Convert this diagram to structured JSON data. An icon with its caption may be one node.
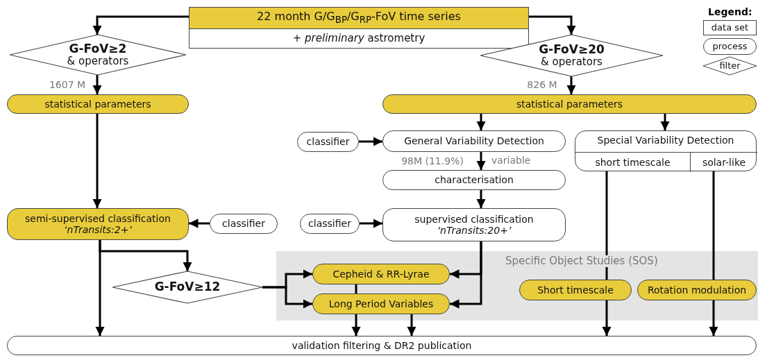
{
  "diagram": {
    "nodes": [
      {
        "text": [
          "22 month G/G$_{BP}$/G$_{RP}$-FoV time series",
          "+ *preliminary* astrometry"
        ]
      },
      {
        "text": [
          "G-FoV≥2",
          "& operators"
        ]
      },
      {
        "text": [
          "G-FoV≥20",
          "& operators"
        ]
      },
      {
        "text": [
          "statistical parameters"
        ]
      },
      {
        "text": [
          "statistical parameters"
        ]
      },
      {
        "text": [
          "classifier"
        ]
      },
      {
        "text": [
          "General Variability Detection"
        ]
      },
      {
        "text": [
          "Special Variability Detection"
        ]
      },
      {
        "text": [
          "short timescale"
        ],
        "in": 7
      },
      {
        "text": [
          "solar-like"
        ],
        "in": 7
      },
      {
        "text": [
          "characterisation"
        ]
      },
      {
        "text": [
          "classifier"
        ]
      },
      {
        "text": [
          "supervised classification",
          "‘nTransits:20+’"
        ]
      },
      {
        "text": [
          "semi-supervised classification",
          "‘nTransits:2+’"
        ]
      },
      {
        "text": [
          "classifier"
        ]
      },
      {
        "text": [
          "Specific Object Studies (SOS)"
        ]
      },
      {
        "text": [
          "Cepheid & RR-Lyrae"
        ],
        "in": 15
      },
      {
        "text": [
          "Long Period Variables"
        ],
        "in": 15
      },
      {
        "text": [
          "Short timescale"
        ],
        "in": 15
      },
      {
        "text": [
          "Rotation modulation"
        ],
        "in": 15
      },
      {
        "text": [
          "G-FoV≥12"
        ]
      },
      {
        "text": [
          "validation filtering & DR2 publication"
        ]
      }
    ],
    "edges": [
      {
        "from": 0,
        "to": 1,
        "arrow": "to"
      },
      {
        "from": 0,
        "to": 2,
        "arrow": "to"
      },
      {
        "from": 1,
        "to": 3,
        "arrow": "to",
        "label": "1607 M"
      },
      {
        "from": 2,
        "to": 4,
        "arrow": "to",
        "label": "826 M"
      },
      {
        "from": 4,
        "to": 6,
        "arrow": "to"
      },
      {
        "from": 4,
        "to": 7,
        "arrow": "to"
      },
      {
        "from": 5,
        "to": 6,
        "arrow": "to"
      },
      {
        "from": 6,
        "to": 10,
        "arrow": "to",
        "label": "98M (11.9%)"
      },
      {
        "from": 10,
        "to": 12,
        "arrow": "to"
      },
      {
        "from": 11,
        "to": 12,
        "arrow": "to"
      },
      {
        "from": 3,
        "to": 13,
        "arrow": "to"
      },
      {
        "from": 14,
        "to": 13,
        "arrow": "to"
      },
      {
        "from": 13,
        "to": 20,
        "arrow": "to"
      },
      {
        "from": 13,
        "to": 21,
        "arrow": "to"
      },
      {
        "from": 20,
        "to": 16,
        "arrow": "to"
      },
      {
        "from": 20,
        "to": 17,
        "arrow": "to"
      },
      {
        "from": 12,
        "to": 16,
        "arrow": "to"
      },
      {
        "from": 12,
        "to": 17,
        "arrow": "to"
      },
      {
        "from": 16,
        "to": 17,
        "arrow": "none"
      },
      {
        "from": 17,
        "to": 21,
        "arrow": "to"
      },
      {
        "from": 17,
        "to": 21,
        "arrow": "to"
      },
      {
        "from": 8,
        "to": 18,
        "arrow": "none"
      },
      {
        "from": 18,
        "to": 21,
        "arrow": "to"
      },
      {
        "from": 9,
        "to": 19,
        "arrow": "none"
      },
      {
        "from": 19,
        "to": 21,
        "arrow": "to"
      }
    ],
    "labels": [
      "variable",
      "Legend:"
    ],
    "legend": [
      {
        "text": "data set"
      },
      {
        "text": "process"
      },
      {
        "text": "filter"
      }
    ]
  }
}
